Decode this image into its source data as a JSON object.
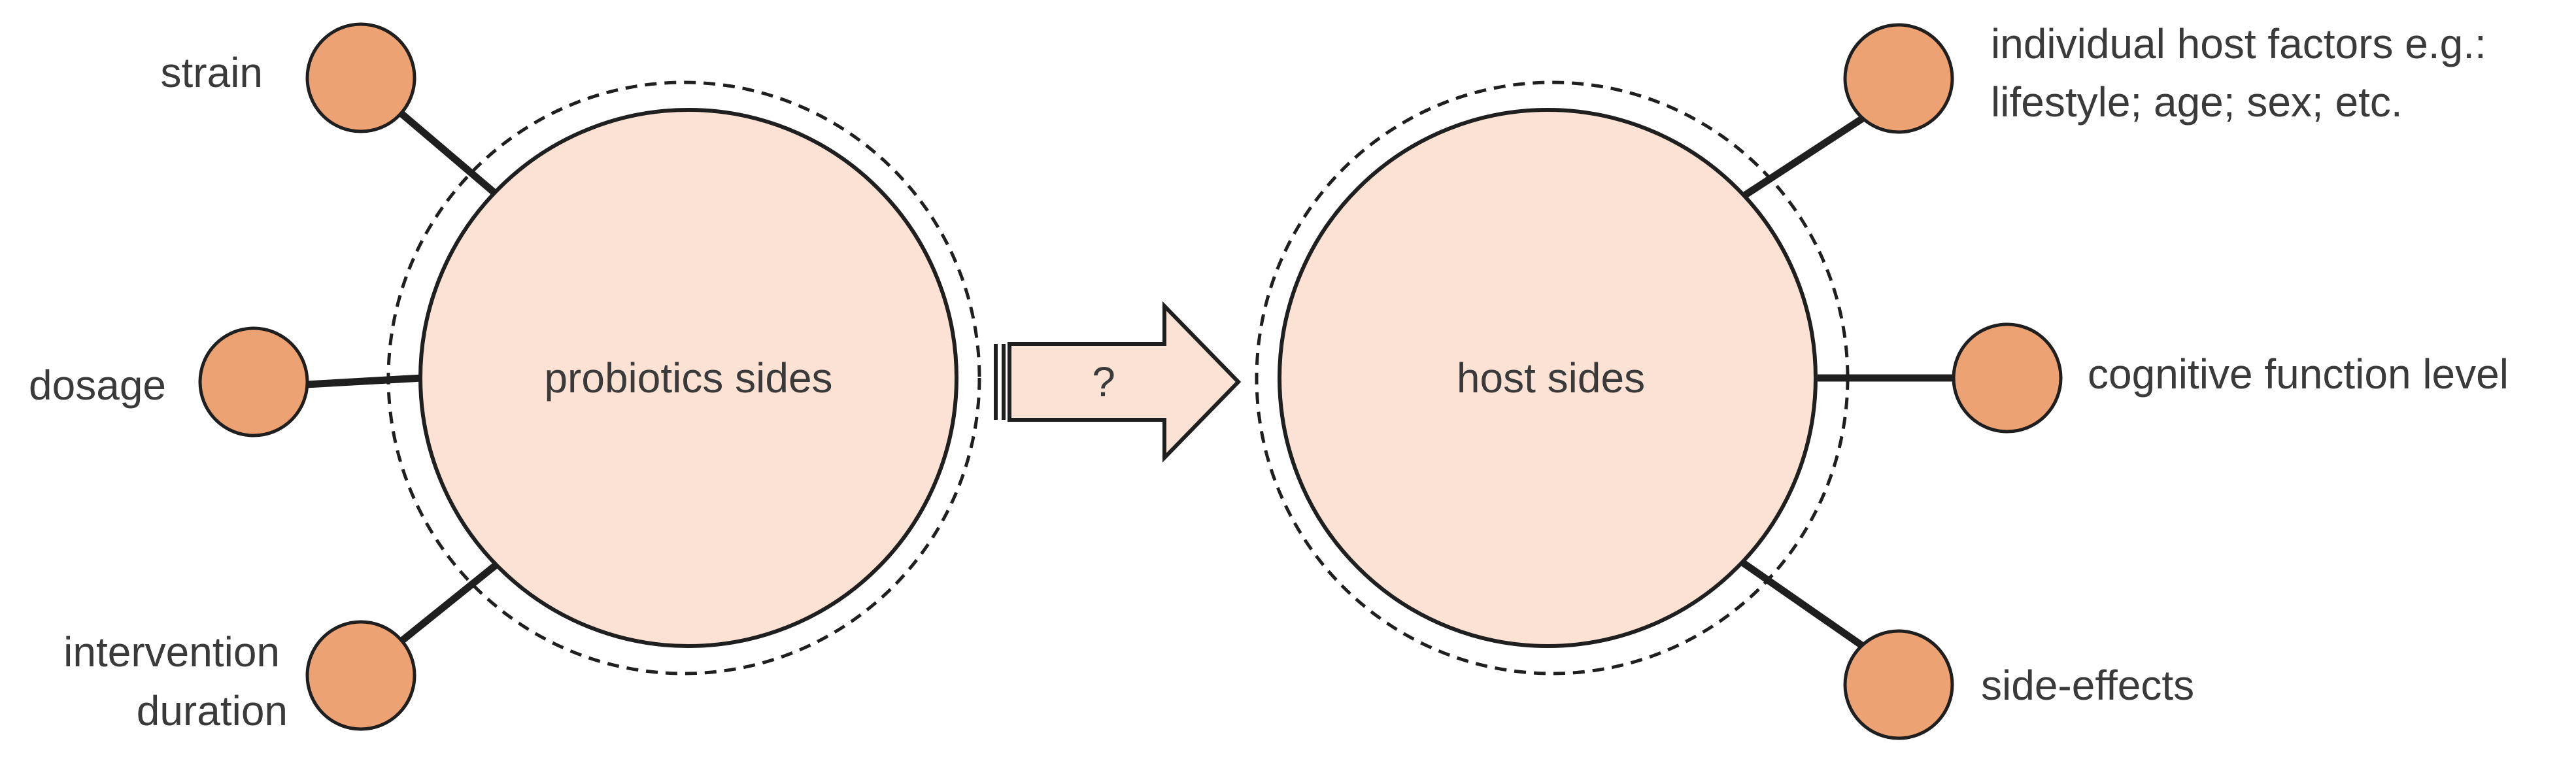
{
  "colors": {
    "main_circle_fill": "#fbe2d4",
    "node_fill": "#eda273",
    "stroke": "#1f1f1f",
    "text": "#3a3a3a",
    "arrow_fill": "#fbe2d4"
  },
  "probiotics": {
    "center_label": "probiotics sides",
    "factors": {
      "strain": "strain",
      "dosage": "dosage",
      "duration_line1": "intervention",
      "duration_line2": "duration"
    }
  },
  "arrow": {
    "label": "?"
  },
  "host": {
    "center_label": "host sides",
    "factors": {
      "individual_line1": "individual host factors e.g.:",
      "individual_line2": "lifestyle; age; sex; etc.",
      "cognitive": "cognitive function level",
      "side_effects": "side-effects"
    }
  }
}
